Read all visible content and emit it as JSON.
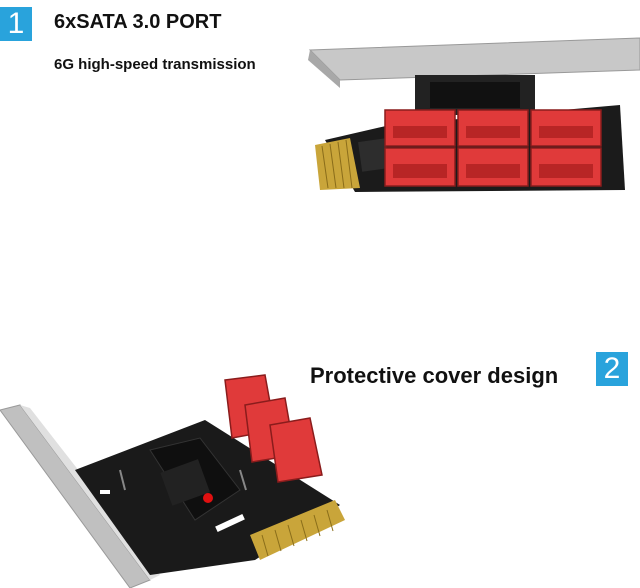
{
  "section1": {
    "badge_number": "1",
    "title": "6xSATA 3.0 PORT",
    "subtitle": "6G high-speed transmission"
  },
  "section2": {
    "badge_number": "2",
    "title": "Protective cover design"
  },
  "colors": {
    "badge_blue": "#29a3dc",
    "port_red": "#e03a3a",
    "pcb_black": "#1a1a1a",
    "gold_contacts": "#c9a53a",
    "bracket_silver": "#b8b8b8"
  }
}
